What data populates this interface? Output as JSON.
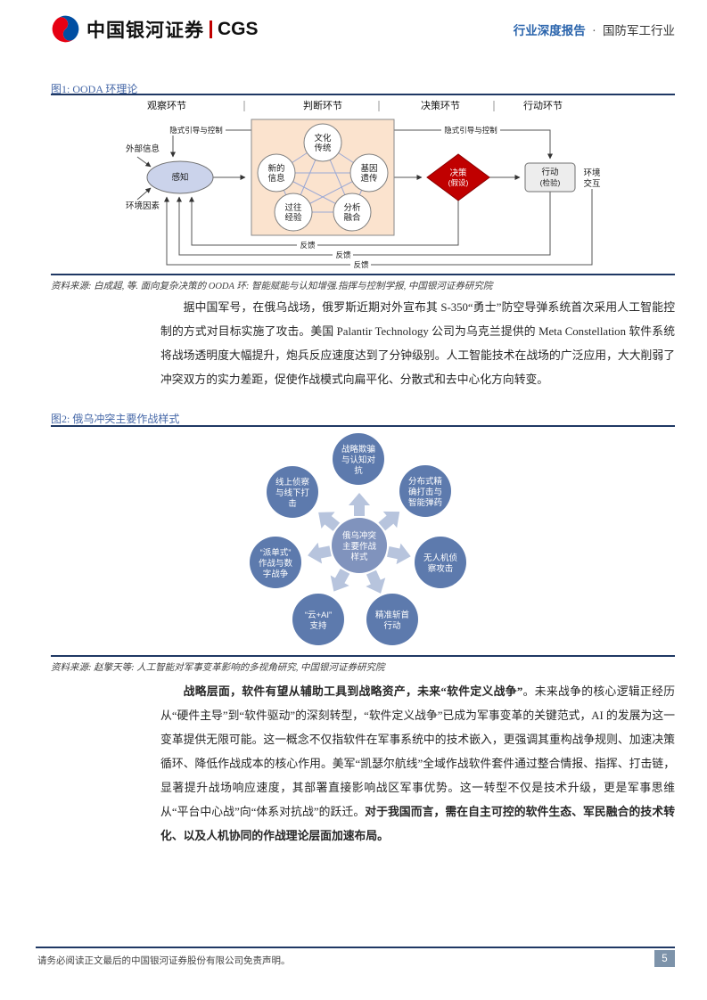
{
  "colors": {
    "rule_navy": "#1F3864",
    "figure_title_blue": "#4668A8",
    "header_blue": "#2A64AC",
    "logo_red": "#C00000",
    "logo_blue": "#004EA2",
    "diamond_red": "#C00000",
    "judge_box_peach": "#FBE3CE",
    "perception_lavender": "#CBD3EB",
    "fig2_circle_blue": "#5D7AAD",
    "fig2_center_blue": "#8093BD",
    "fig2_arrow_blue": "#B7C4DD",
    "page_badge_blue_gray": "#7D93AA"
  },
  "header": {
    "logo_cn": "中国银河证券",
    "logo_en": "CGS",
    "report_type": "行业深度报告",
    "dot": "·",
    "industry": "国防军工行业"
  },
  "figure1": {
    "title": "图1: OODA 环理论",
    "source": "资料来源: 白成超, 等. 面向复杂决策的 OODA 环: 智能赋能与认知增强.指挥与控制学报, 中国银河证券研究院",
    "phases": [
      "观察环节",
      "判断环节",
      "决策环节",
      "行动环节"
    ],
    "implicit_control_left": "隐式引导与控制",
    "implicit_control_right": "隐式引导与控制",
    "external_info": "外部信息",
    "env_factors": "环境因素",
    "perception": "感知",
    "nodes": [
      {
        "l1": "文化",
        "l2": "传统"
      },
      {
        "l1": "新的",
        "l2": "信息"
      },
      {
        "l1": "基因",
        "l2": "遗传"
      },
      {
        "l1": "过往",
        "l2": "经验"
      },
      {
        "l1": "分析",
        "l2": "融合"
      }
    ],
    "decision": {
      "l1": "决策",
      "l2": "(假设)"
    },
    "action": {
      "l1": "行动",
      "l2": "(检验)"
    },
    "environment": {
      "l1": "环境",
      "l2": "交互"
    },
    "feedback": "反馈"
  },
  "paragraph1": "据中国军号，在俄乌战场，俄罗斯近期对外宣布其 S-350“勇士”防空导弹系统首次采用人工智能控制的方式对目标实施了攻击。美国 Palantir Technology 公司为乌克兰提供的 Meta Constellation 软件系统将战场透明度大幅提升，炮兵反应速度达到了分钟级别。人工智能技术在战场的广泛应用，大大削弱了冲突双方的实力差距，促使作战模式向扁平化、分散式和去中心化方向转变。",
  "figure2": {
    "title": "图2: 俄乌冲突主要作战样式",
    "source": "资料来源: 赵擎天等: 人工智能对军事变革影响的多视角研究, 中国银河证券研究院",
    "center": {
      "l1": "俄乌冲突",
      "l2": "主要作战",
      "l3": "样式"
    },
    "satellites": [
      {
        "l1": "战略欺骗",
        "l2": "与认知对",
        "l3": "抗"
      },
      {
        "l1": "分布式精",
        "l2": "确打击与",
        "l3": "智能弹药"
      },
      {
        "l1": "无人机侦",
        "l2": "察攻击"
      },
      {
        "l1": "精准斩首",
        "l2": "行动"
      },
      {
        "l1": "“云+AI”",
        "l2": "支持"
      },
      {
        "l1": "“派单式”",
        "l2": "作战与数",
        "l3": "字战争"
      },
      {
        "l1": "线上侦察",
        "l2": "与线下打",
        "l3": "击"
      }
    ]
  },
  "paragraph2": {
    "bold_lead": "战略层面，软件有望从辅助工具到战略资产，未来“软件定义战争”",
    "body": "。未来战争的核心逻辑正经历从“硬件主导”到“软件驱动”的深刻转型，“软件定义战争”已成为军事变革的关键范式，AI 的发展为这一变革提供无限可能。这一概念不仅指软件在军事系统中的技术嵌入，更强调其重构战争规则、加速决策循环、降低作战成本的核心作用。美军“凯瑟尔航线”全域作战软件套件通过整合情报、指挥、打击链，显著提升战场响应速度，其部署直接影响战区军事优势。这一转型不仅是技术升级，更是军事思维从“平台中心战”向“体系对抗战”的跃迁。",
    "bold_tail": "对于我国而言，需在自主可控的软件生态、军民融合的技术转化、以及人机协同的作战理论层面加速布局。"
  },
  "footer": {
    "disclaimer": "请务必阅读正文最后的中国银河证券股份有限公司免责声明。",
    "page": "5"
  }
}
